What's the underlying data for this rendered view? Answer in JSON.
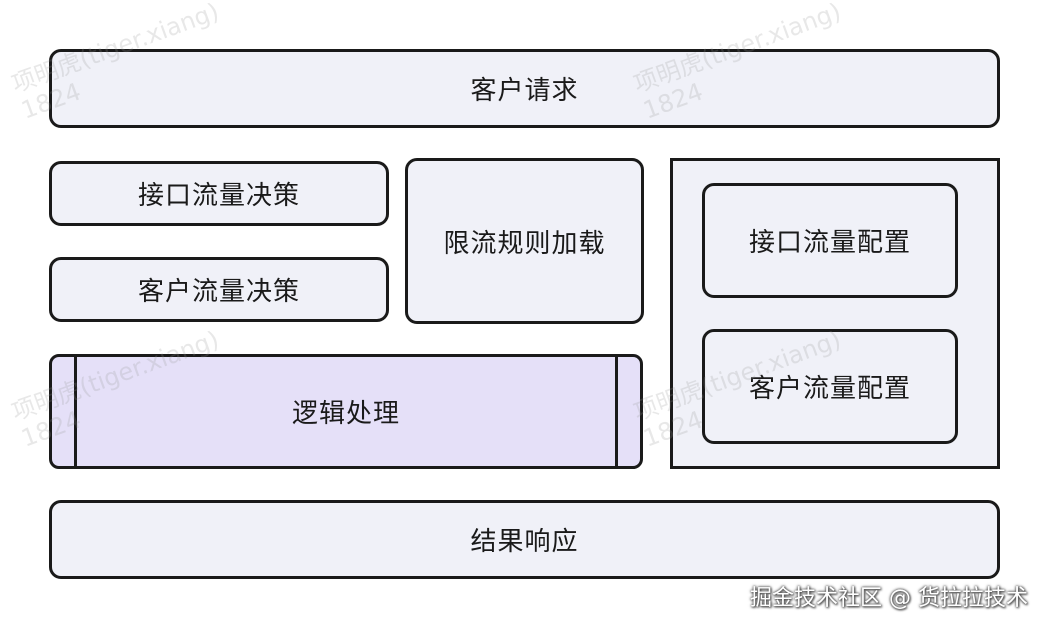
{
  "diagram": {
    "request": "客户请求",
    "interface_flow_decision": "接口流量决策",
    "client_flow_decision": "客户流量决策",
    "rate_limit_rule_loading": "限流规则加载",
    "interface_flow_config": "接口流量配置",
    "client_flow_config": "客户流量配置",
    "logic_processing": "逻辑处理",
    "result_response": "结果响应"
  },
  "watermark": {
    "line1": "项明虎(tiger.xiang)",
    "line2": "1824"
  },
  "footer": {
    "credit": "掘金技术社区 @ 货拉拉技术"
  }
}
